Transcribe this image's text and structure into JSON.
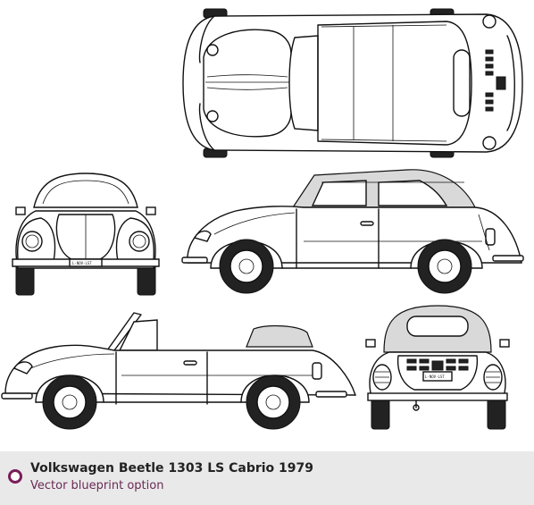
{
  "caption": {
    "title": "Volkswagen Beetle 1303 LS Cabrio 1979",
    "subtitle": "Vector blueprint option"
  },
  "plate_text": "L·NOV·LST",
  "colors": {
    "caption_bg": "#e9e9e9",
    "accent": "#7a1d5a",
    "subtitle": "#6a2a55",
    "line": "#111111"
  },
  "icons": {
    "caption_bullet": "ring-bullet-icon"
  }
}
